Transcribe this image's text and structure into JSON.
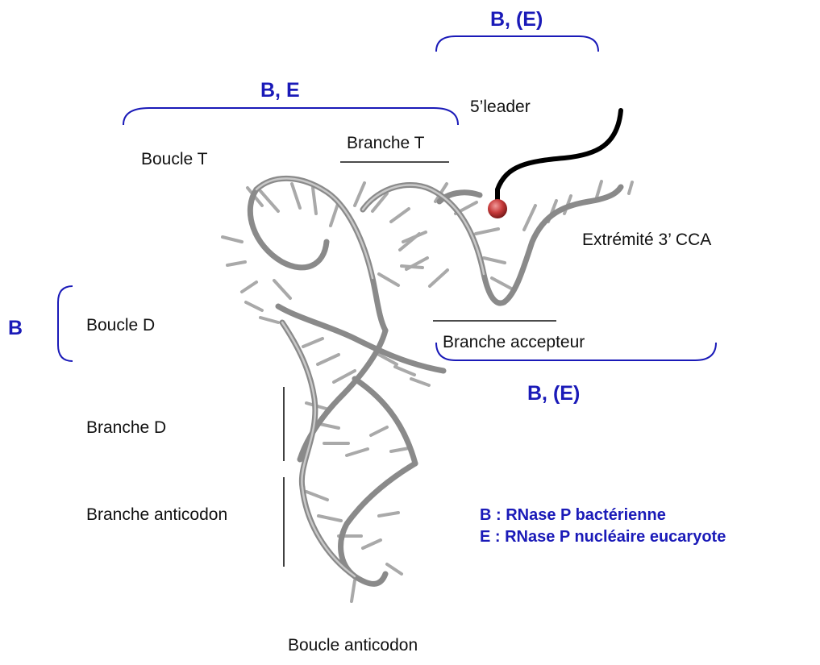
{
  "labels": {
    "boucle_t": "Boucle T",
    "branche_t": "Branche T",
    "leader": "5’leader",
    "extremite": "Extrémité 3’ CCA",
    "boucle_d": "Boucle D",
    "branche_accepteur": "Branche accepteur",
    "branche_d": "Branche D",
    "branche_anticodon": "Branche anticodon",
    "boucle_anticodon": "Boucle anticodon"
  },
  "tags": {
    "top_right": "B, (E)",
    "top_left": "B, E",
    "left": "B",
    "acceptor": "B, (E)"
  },
  "legend": {
    "line1": "B : RNase P bactérienne",
    "line2": "E : RNase P nucléaire eucaryote"
  },
  "colors": {
    "bracket": "#1a1ab8",
    "text": "#111111",
    "backbone": "#8a8a8a",
    "cleavage_site": "#c0392b",
    "leader_strand": "#000000"
  }
}
